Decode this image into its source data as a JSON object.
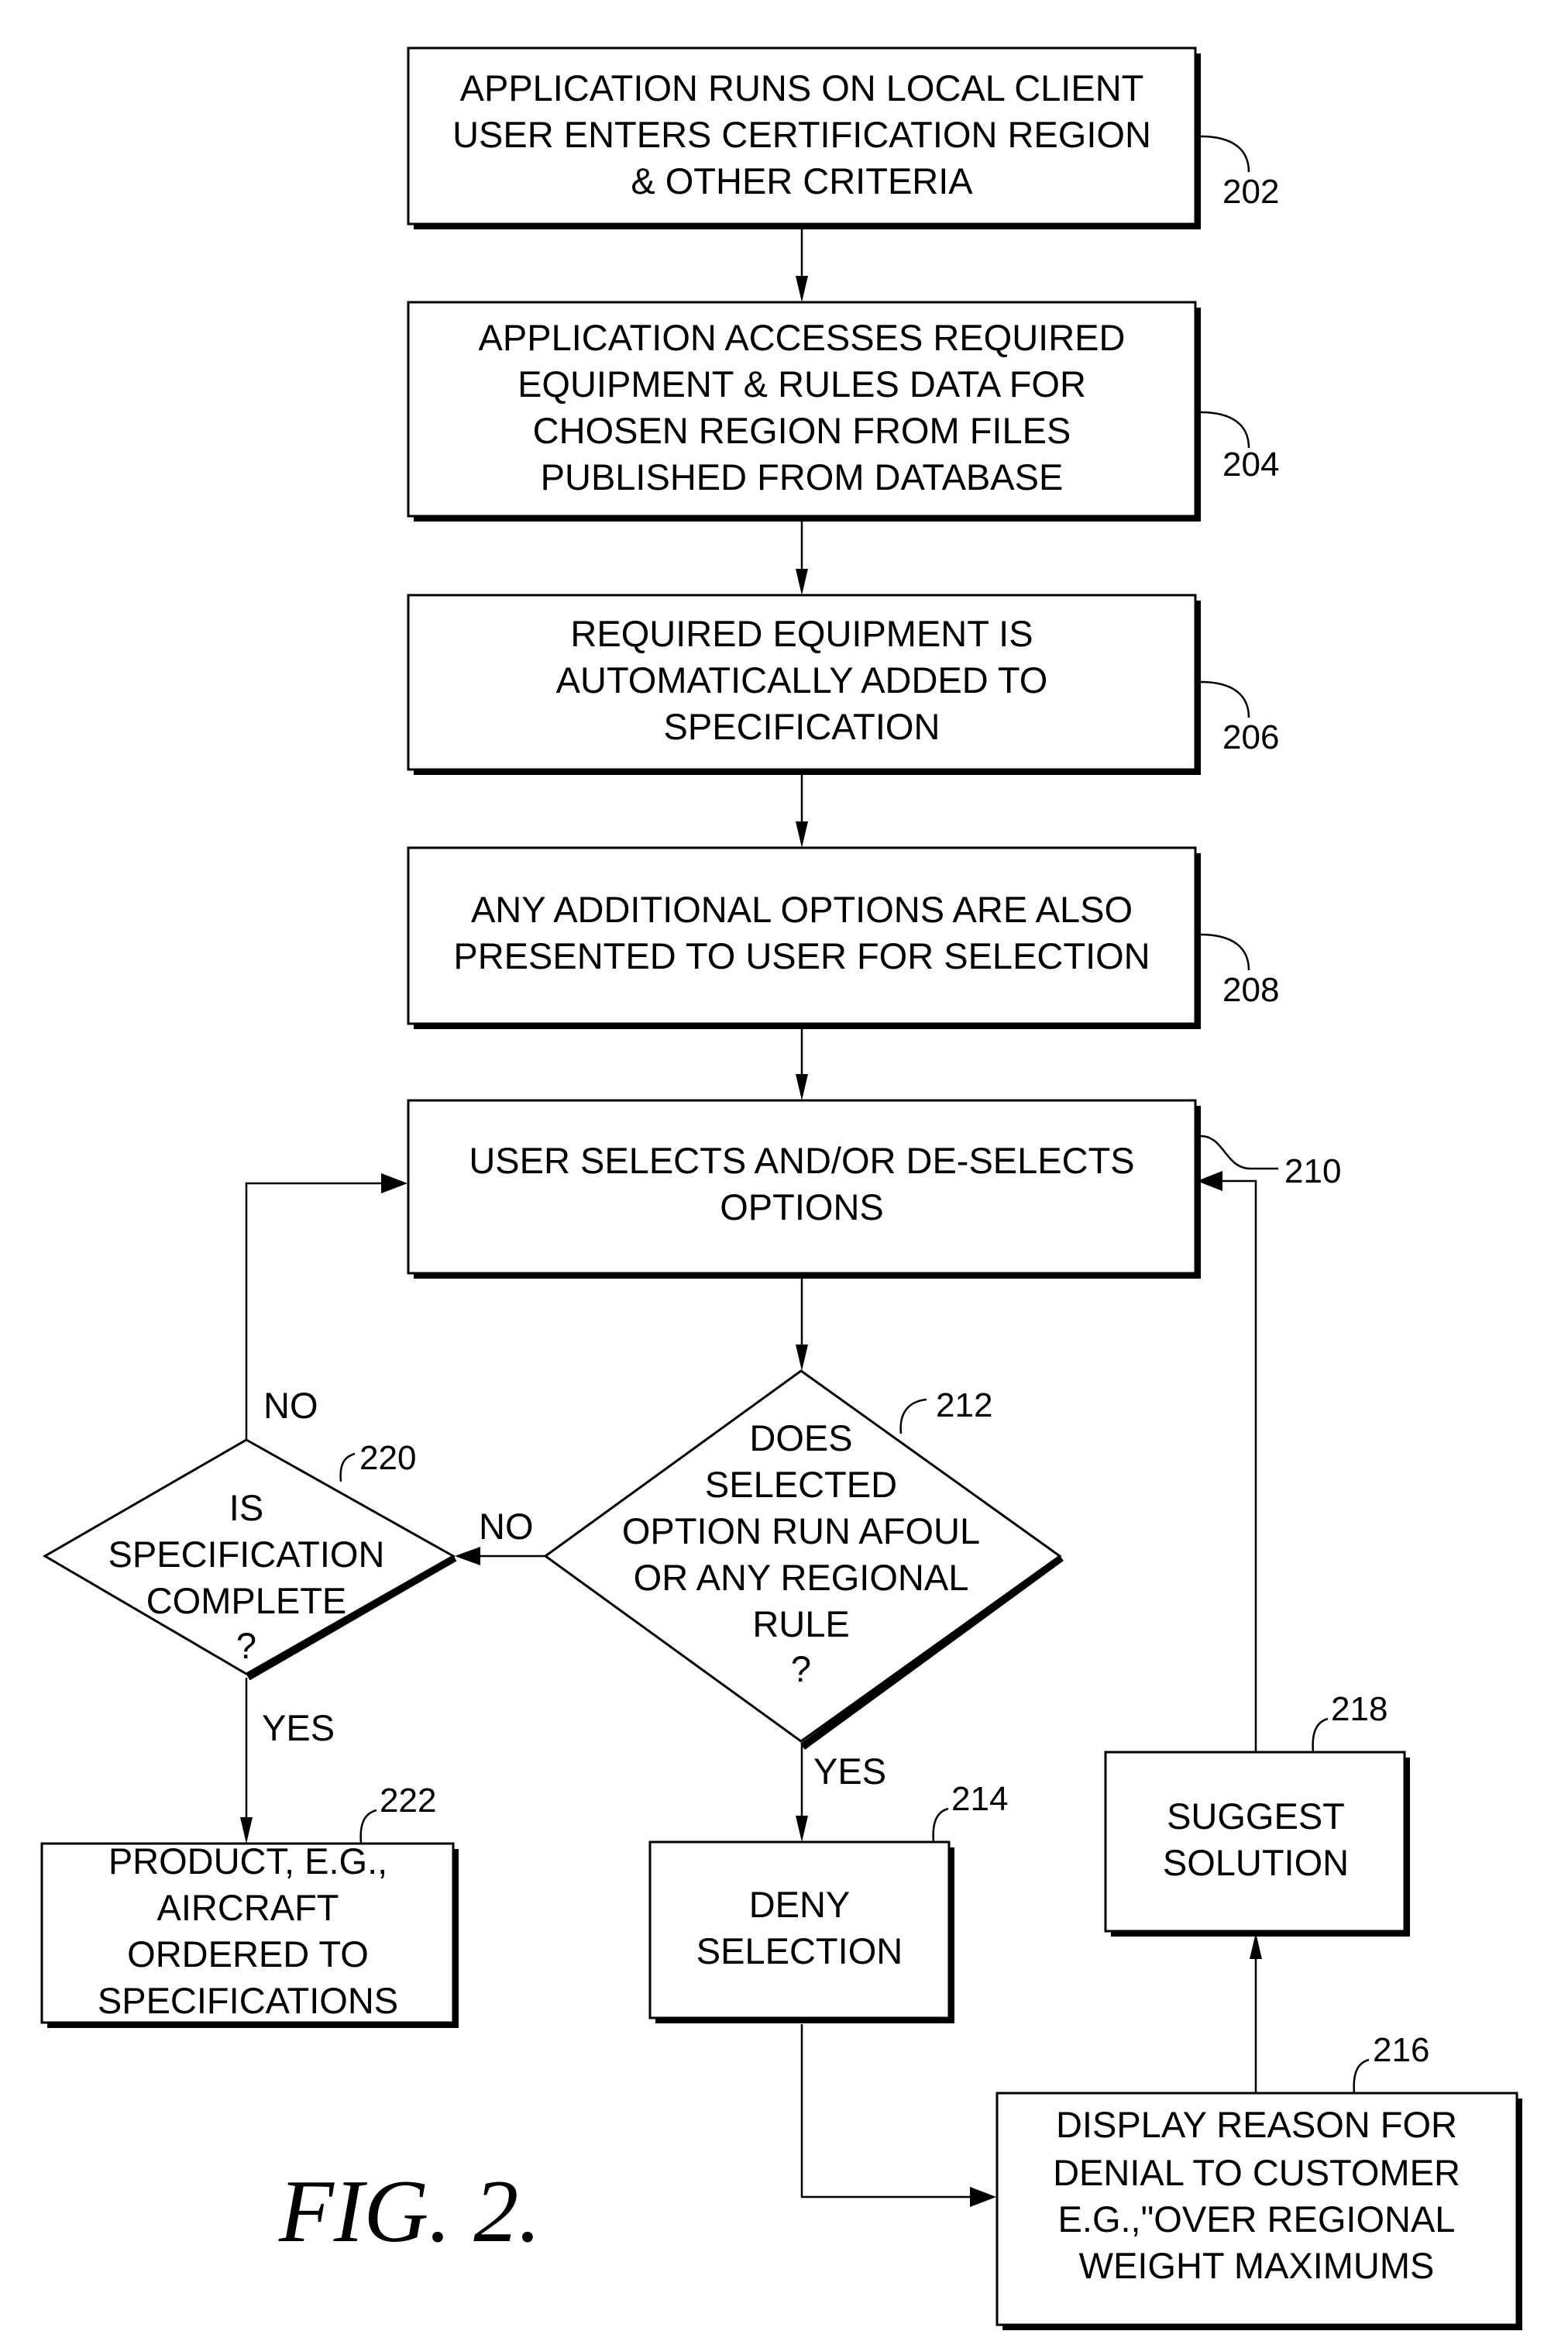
{
  "figure_label": "FIG. 2.",
  "steps": {
    "s202": {
      "ref": "202",
      "lines": [
        "APPLICATION RUNS ON LOCAL CLIENT",
        "USER ENTERS CERTIFICATION REGION",
        "& OTHER CRITERIA"
      ]
    },
    "s204": {
      "ref": "204",
      "lines": [
        "APPLICATION ACCESSES REQUIRED",
        "EQUIPMENT & RULES DATA FOR",
        "CHOSEN REGION FROM FILES",
        "PUBLISHED FROM DATABASE"
      ]
    },
    "s206": {
      "ref": "206",
      "lines": [
        "REQUIRED EQUIPMENT IS",
        "AUTOMATICALLY ADDED TO",
        "SPECIFICATION"
      ]
    },
    "s208": {
      "ref": "208",
      "lines": [
        "ANY ADDITIONAL OPTIONS ARE ALSO",
        "PRESENTED TO USER FOR SELECTION"
      ]
    },
    "s210": {
      "ref": "210",
      "lines": [
        "USER SELECTS AND/OR DE-SELECTS",
        "OPTIONS"
      ]
    },
    "s212": {
      "ref": "212",
      "lines": [
        "DOES",
        "SELECTED",
        "OPTION RUN AFOUL",
        "OR ANY REGIONAL",
        "RULE",
        "?"
      ]
    },
    "s214": {
      "ref": "214",
      "lines": [
        "DENY",
        "SELECTION"
      ]
    },
    "s216": {
      "ref": "216",
      "lines": [
        "DISPLAY REASON FOR",
        "DENIAL TO CUSTOMER",
        "E.G.,\"OVER REGIONAL",
        "WEIGHT MAXIMUMS"
      ]
    },
    "s218": {
      "ref": "218",
      "lines": [
        "SUGGEST",
        "SOLUTION"
      ]
    },
    "s220": {
      "ref": "220",
      "lines": [
        "IS",
        "SPECIFICATION",
        "COMPLETE",
        "?"
      ]
    },
    "s222": {
      "ref": "222",
      "lines": [
        "PRODUCT, E.G.,",
        "AIRCRAFT",
        "ORDERED TO",
        "SPECIFICATIONS"
      ]
    }
  },
  "edge_labels": {
    "e212_no": "NO",
    "e212_yes": "YES",
    "e220_no": "NO",
    "e220_yes": "YES"
  }
}
